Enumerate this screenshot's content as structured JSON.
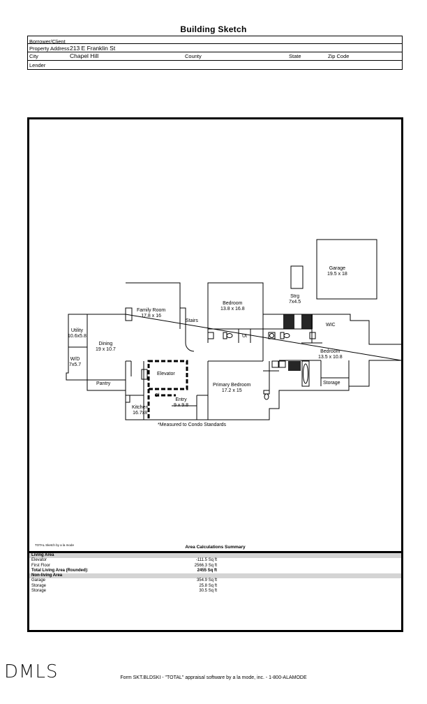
{
  "title": "Building Sketch",
  "header": {
    "borrower_label": "Borrower/Client",
    "property_label": "Property Address",
    "property_value": "213 E Franklin St",
    "city_label": "City",
    "city_value": "Chapel Hill",
    "county_label": "County",
    "state_label": "State",
    "zip_label": "Zip Code",
    "lender_label": "Lender"
  },
  "rooms": {
    "garage": {
      "name": "Garage",
      "dims": "19.5 x 18"
    },
    "strg": {
      "name": "Strg",
      "dims": "7x4.5"
    },
    "bedroom1": {
      "name": "Bedroom",
      "dims": "13.8 x 16.8"
    },
    "family": {
      "name": "Family Room",
      "dims": "17.8 x 16"
    },
    "stairs": {
      "name": "Stairs"
    },
    "wic": {
      "name": "WIC"
    },
    "ut": {
      "name": "Ut"
    },
    "utility": {
      "name": "Utility",
      "dims": "10.6x5.8"
    },
    "dining": {
      "name": "Dining",
      "dims": "19 x 10.7"
    },
    "wd": {
      "name": "W/D",
      "dims": "7x5.7"
    },
    "bedroom2": {
      "name": "Bedroom",
      "dims": "13.5 x 10.8"
    },
    "elevator": {
      "name": "Elevator"
    },
    "primary": {
      "name": "Primary Bedroom",
      "dims": "17.2 x 15"
    },
    "storage": {
      "name": "Storage"
    },
    "pantry": {
      "name": "Pantry"
    },
    "cl": {
      "name": "Cl"
    },
    "entry": {
      "name": "Entry",
      "dims": "9 x 9.8"
    },
    "kitchen": {
      "name": "Kitchen",
      "dims": "16.7x8"
    }
  },
  "measured_note": "*Measured to Condo Standards",
  "sketch_credit": "TOTAL Sketch by a la mode",
  "summary": {
    "title": "Area Calculations Summary",
    "living_head": "Living Area",
    "rows_living": [
      {
        "label": "Elevator",
        "value": "-111.5 Sq ft"
      },
      {
        "label": "First Floor",
        "value": "2566.3 Sq ft"
      }
    ],
    "total_label": "Total Living Area (Rounded):",
    "total_value": "2455 Sq ft",
    "nonliving_head": "Non-living Area",
    "rows_nonliving": [
      {
        "label": "Garage",
        "value": "354.9 Sq ft"
      },
      {
        "label": "Storage",
        "value": "25.8 Sq ft"
      },
      {
        "label": "Storage",
        "value": "30.5 Sq ft"
      }
    ]
  },
  "logo_text": "DMLS",
  "footer": "Form SKT.BLDSKI - \"TOTAL\" appraisal software by a la mode, inc. - 1-800-ALAMODE"
}
